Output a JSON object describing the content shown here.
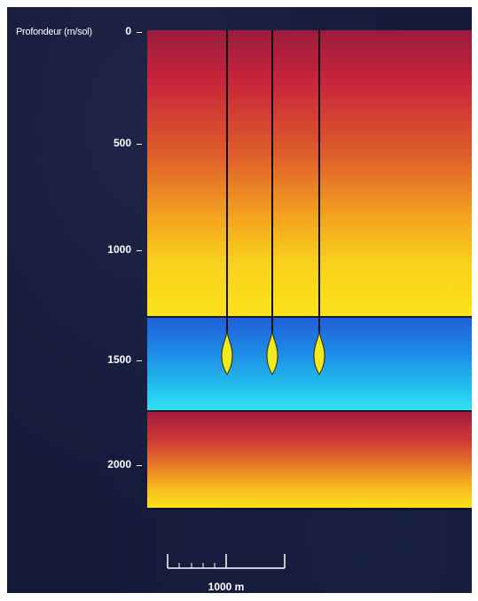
{
  "axis": {
    "title": "Profondeur (m/sol)",
    "ticks": [
      "0",
      "500",
      "1000",
      "1500",
      "2000"
    ]
  },
  "scale": {
    "label": "1000 m"
  },
  "colors": {
    "background": "#141a3a",
    "reservoir": "#1e8ee6",
    "upper_top": "#9b1b3e",
    "upper_bottom": "#fbe21a",
    "flame": "#f5e81c"
  }
}
